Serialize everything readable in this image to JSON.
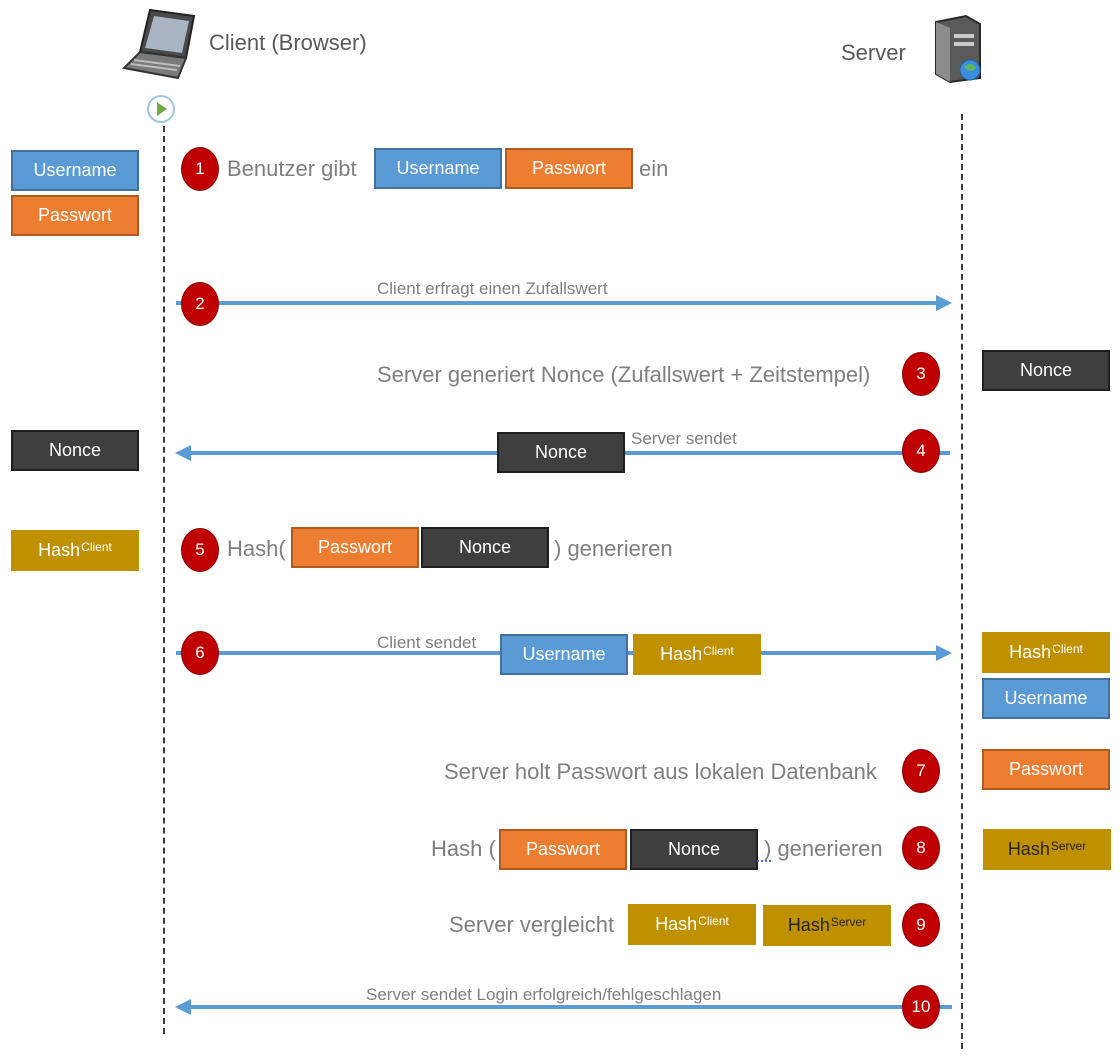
{
  "actors": {
    "client": "Client (Browser)",
    "server": "Server"
  },
  "steps": [
    "1",
    "2",
    "3",
    "4",
    "5",
    "6",
    "7",
    "8",
    "9",
    "10"
  ],
  "labels": {
    "username": "Username",
    "passwort": "Passwort",
    "nonce": "Nonce",
    "hash": "Hash",
    "client_sup": "Client",
    "server_sup": "Server"
  },
  "text": {
    "s1_pre": "Benutzer gibt",
    "s1_post": "ein",
    "s2_msg": "Client erfragt einen Zufallswert",
    "s3": "Server generiert Nonce (Zufallswert + Zeitstempel)",
    "s4_msg": "Server sendet",
    "s5_pre": "Hash(",
    "s5_post": ") generieren",
    "s6_msg": "Client sendet",
    "s7": "Server holt Passwort aus lokalen Datenbank",
    "s8_pre": "Hash (",
    "s8_post": ") generieren",
    "s9": "Server vergleicht",
    "s10_msg": "Server sendet Login erfolgreich/fehlgeschlagen"
  },
  "colors": {
    "username": "#5b9bd5",
    "passwort": "#ed7d31",
    "nonce": "#3f3f3f",
    "hash": "#bf9000",
    "step": "#c00000",
    "arrow": "#5b9bd5"
  },
  "icons": {
    "client": "laptop-icon",
    "server": "server-icon",
    "start": "play-icon"
  }
}
